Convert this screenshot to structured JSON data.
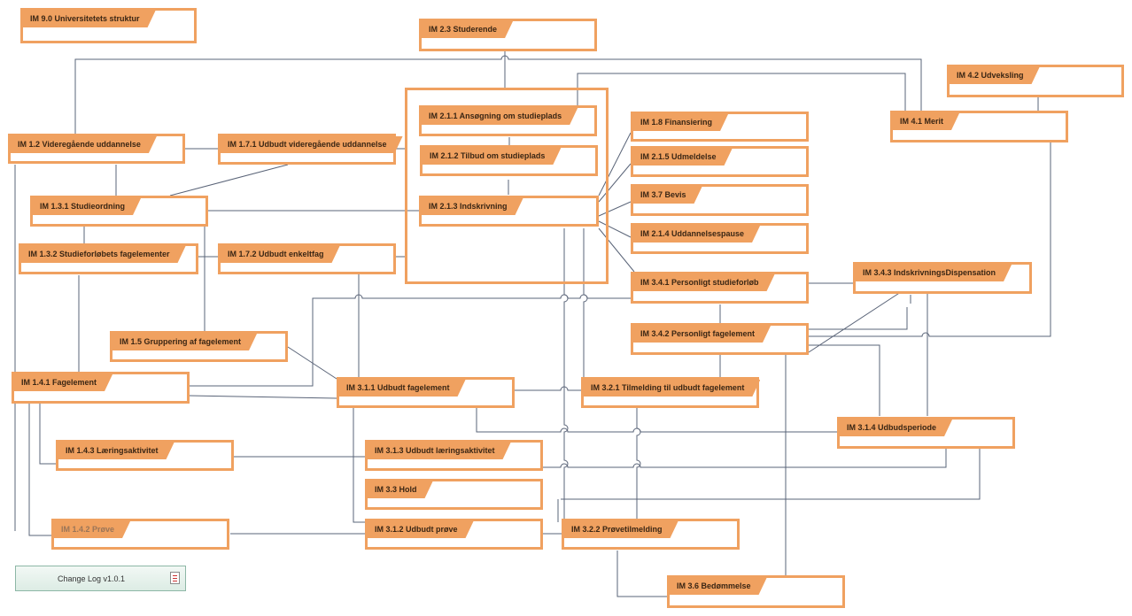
{
  "boxes": {
    "im90": "IM 9.0 Universitetets struktur",
    "im23": "IM 2.3 Studerende",
    "im42": "IM 4.2 Udveksling",
    "im211": "IM 2.1.1  Ansøgning om studieplads",
    "im18": "IM 1.8 Finansiering",
    "im41": "IM 4.1 Merit",
    "im12": "IM 1.2 Videregående uddannelse",
    "im171": "IM 1.7.1 Udbudt videregående uddannelse",
    "im212": "IM 2.1.2 Tilbud om studieplads",
    "im215": "IM 2.1.5 Udmeldelse",
    "im131": "IM 1.3.1 Studieordning",
    "im213": "IM 2.1.3 Indskrivning",
    "im37": "IM 3.7 Bevis",
    "im214": "IM 2.1.4 Uddannelsespause",
    "im132": "IM 1.3.2 Studieforløbets fagelementer",
    "im172": "IM 1.7.2 Udbudt enkeltfag",
    "im343": "IM 3.4.3 IndskrivningsDispensation",
    "im341": "IM 3.4.1 Personligt studieforløb",
    "im342": "IM 3.4.2 Personligt fagelement",
    "im15": "IM 1.5 Gruppering af fagelement",
    "im141": "IM 1.4.1 Fagelement",
    "im311": "IM 3.1.1 Udbudt fagelement",
    "im321": "IM 3.2.1 Tilmelding til udbudt fagelement",
    "im314": "IM 3.1.4 Udbudsperiode",
    "im143": "IM 1.4.3 Læringsaktivitet",
    "im313": "IM 3.1.3 Udbudt læringsaktivitet",
    "im33": "IM 3.3 Hold",
    "im142": "IM 1.4.2 Prøve",
    "im312": "IM 3.1.2 Udbudt prøve",
    "im322": "IM 3.2.2 Prøvetilmelding",
    "im36": "IM 3.6 Bedømmelse"
  },
  "changelog": {
    "label": "Change Log v1.0.1",
    "icon": "document-icon"
  },
  "colors": {
    "accent": "#f0a160",
    "line": "#5a6478"
  }
}
